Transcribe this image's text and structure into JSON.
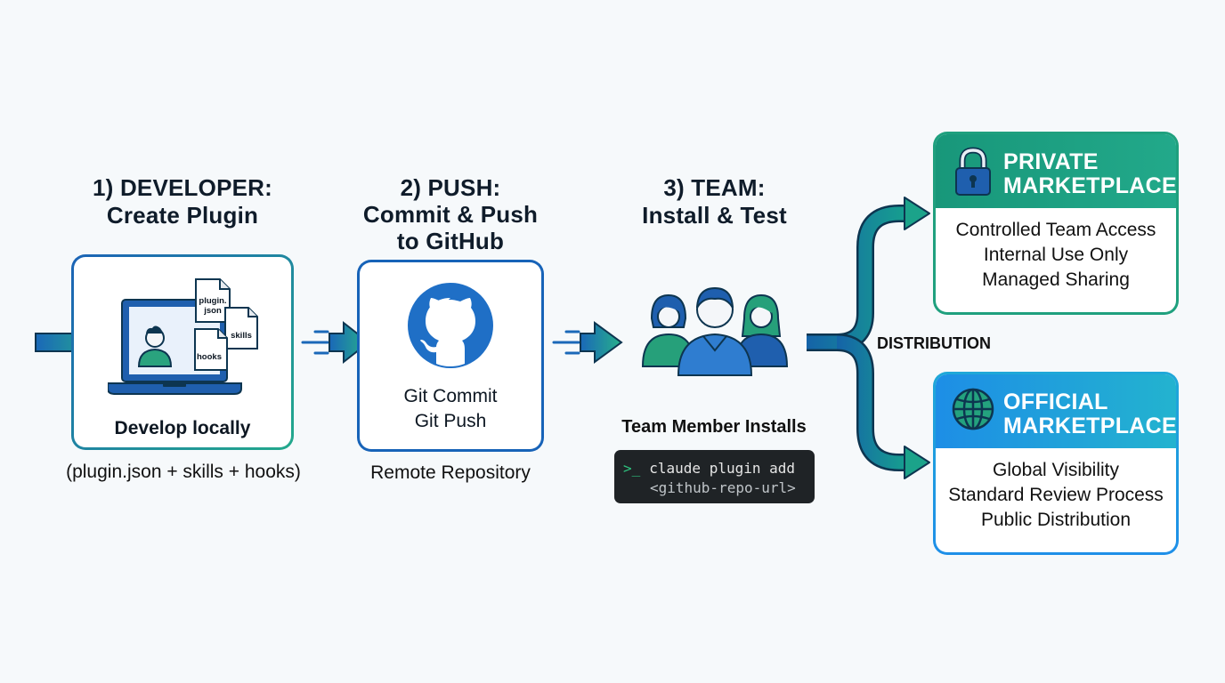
{
  "stages": [
    {
      "title_line1": "1) DEVELOPER:",
      "title_line2": "Create Plugin",
      "box_label": "Develop locally",
      "caption": "(plugin.json + skills + hooks)",
      "files": [
        "plugin.\njson",
        "skills",
        "hooks"
      ]
    },
    {
      "title_line1": "2) PUSH:",
      "title_line2": "Commit & Push",
      "title_line3": "to GitHub",
      "box_line1": "Git Commit",
      "box_line2": "Git Push",
      "caption": "Remote Repository"
    },
    {
      "title_line1": "3) TEAM:",
      "title_line2": "Install & Test",
      "caption": "Team Member Installs",
      "terminal_line1": "claude plugin add",
      "terminal_line2": "<github-repo-url>",
      "prompt_symbol": ">_"
    }
  ],
  "distribution_label": "DISTRIBUTION",
  "marketplaces": [
    {
      "title_line1": "PRIVATE",
      "title_line2": "MARKETPLACE",
      "icon": "lock-icon",
      "lines": [
        "Controlled Team Access",
        "Internal Use Only",
        "Managed Sharing"
      ],
      "color": "#1a9c78"
    },
    {
      "title_line1": "OFFICIAL",
      "title_line2": "MARKETPLACE",
      "icon": "globe-icon",
      "lines": [
        "Global Visibility",
        "Standard Review Process",
        "Public Distribution"
      ],
      "color": "#1f9be0"
    }
  ],
  "colors": {
    "blue": "#1763b8",
    "green": "#1ea98a",
    "teal": "#15808e"
  }
}
